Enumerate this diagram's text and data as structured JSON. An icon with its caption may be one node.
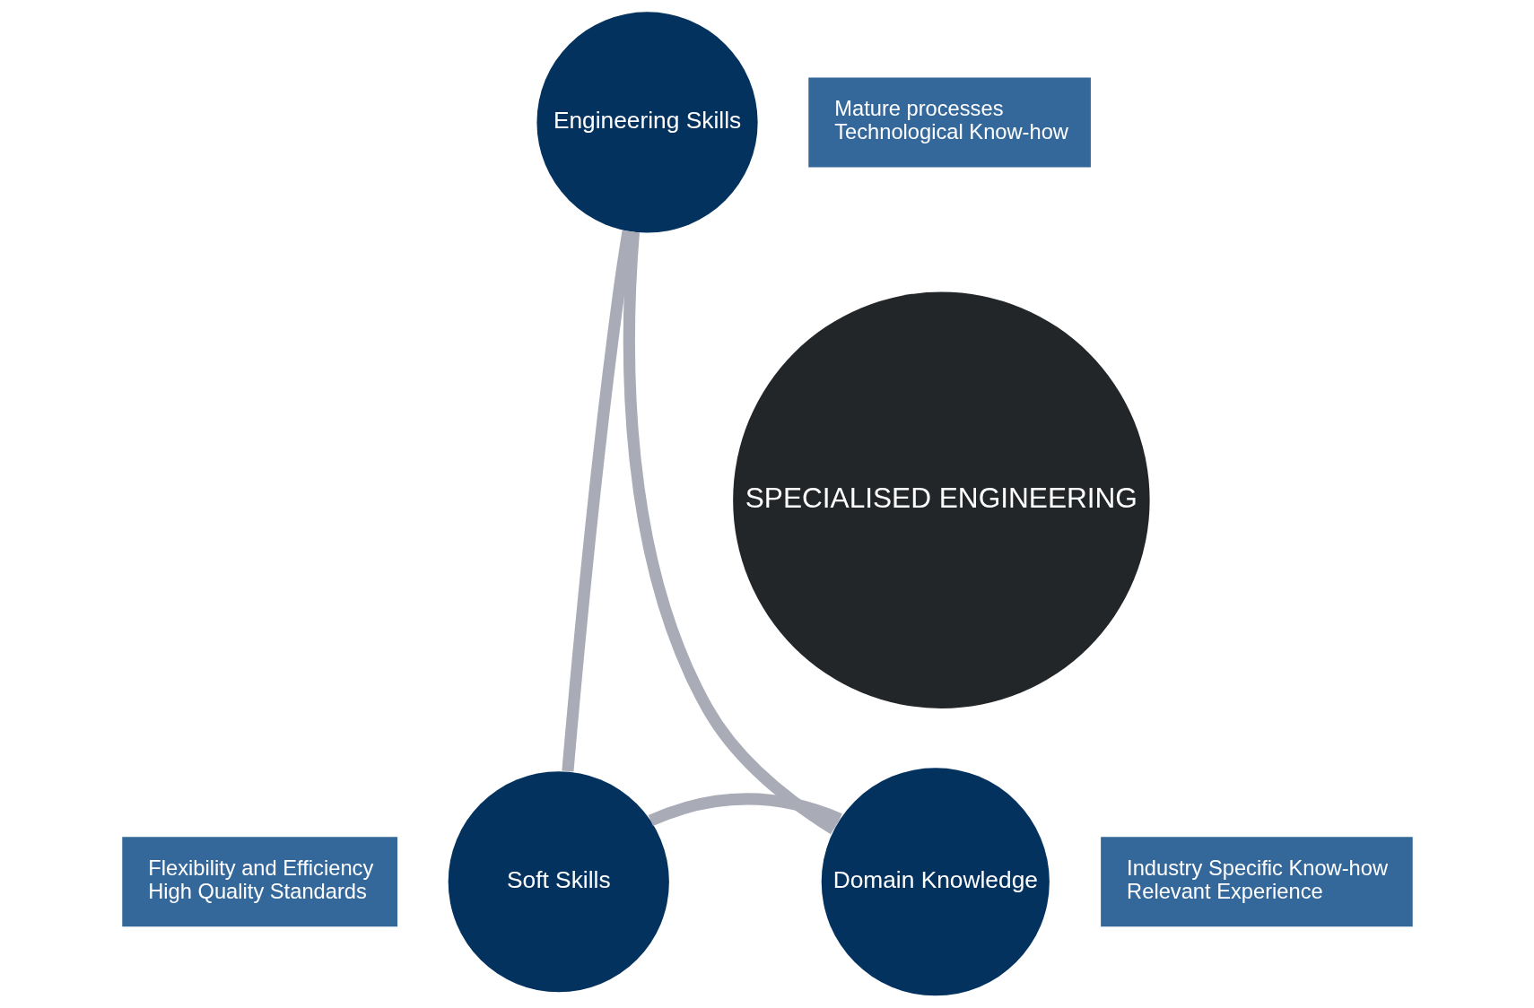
{
  "diagram": {
    "nodes": [
      {
        "text": [
          "Engineering Skills"
        ]
      },
      {
        "text": [
          "Mature processes",
          "Technological Know-how"
        ]
      },
      {
        "text": [
          "Flexibility and Efficiency",
          "High Quality Standards"
        ]
      },
      {
        "text": [
          "SPECIALISED ENGINEERING"
        ]
      },
      {
        "text": [
          "Industry Specific Know-how",
          "Relevant Experience"
        ]
      },
      {
        "text": [
          "Soft Skills"
        ]
      },
      {
        "text": [
          "Domain Knowledge"
        ]
      }
    ],
    "edges": [
      {
        "from": 0,
        "to": 6,
        "arrow": "none"
      },
      {
        "from": 6,
        "to": 5,
        "arrow": "none"
      },
      {
        "from": 5,
        "to": 0,
        "arrow": "none"
      }
    ]
  }
}
